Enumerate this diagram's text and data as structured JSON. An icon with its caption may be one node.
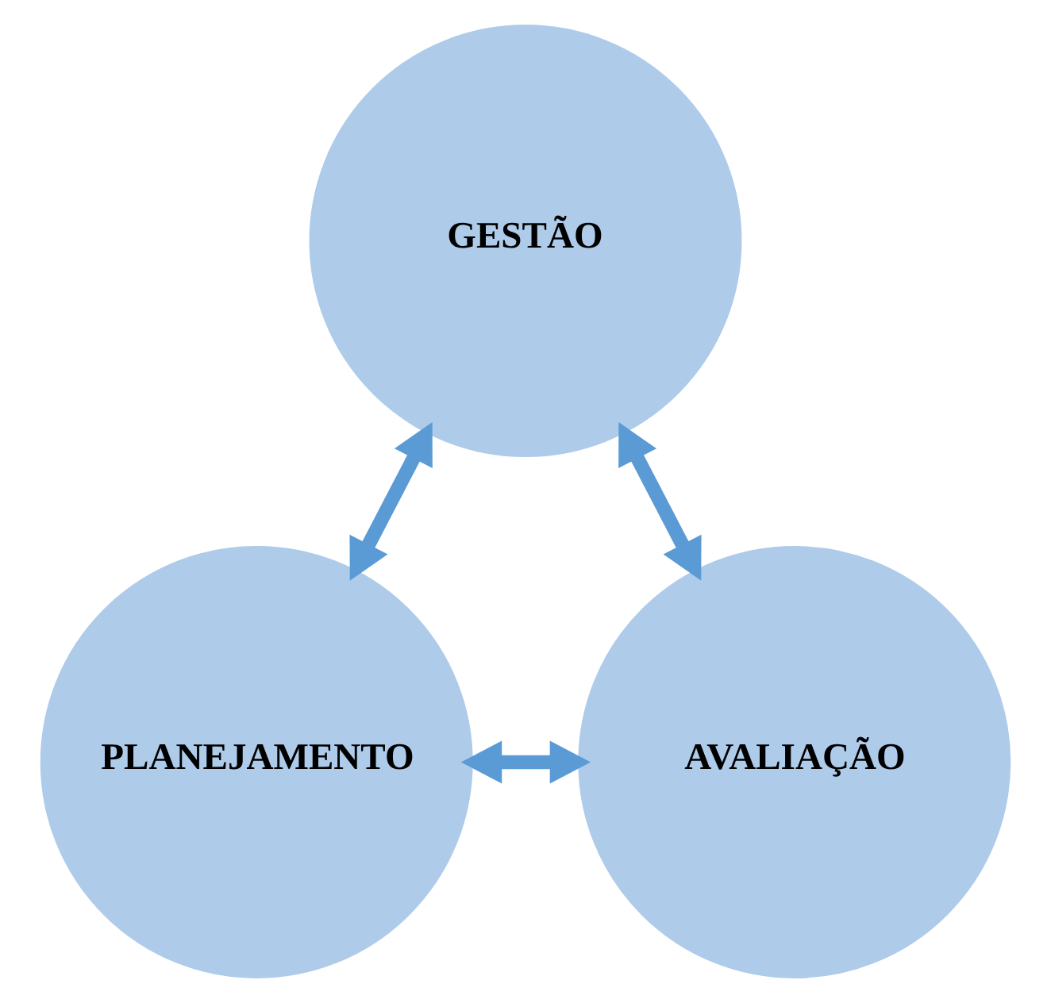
{
  "diagram": {
    "nodes": [
      {
        "text": [
          "GESTÃO"
        ]
      },
      {
        "text": [
          "PLANEJAMENTO"
        ]
      },
      {
        "text": [
          "AVALIAÇÃO"
        ]
      }
    ],
    "edges": [
      {
        "from": 0,
        "to": 1,
        "arrow": "both"
      },
      {
        "from": 0,
        "to": 2,
        "arrow": "both"
      },
      {
        "from": 1,
        "to": 2,
        "arrow": "both"
      }
    ]
  }
}
